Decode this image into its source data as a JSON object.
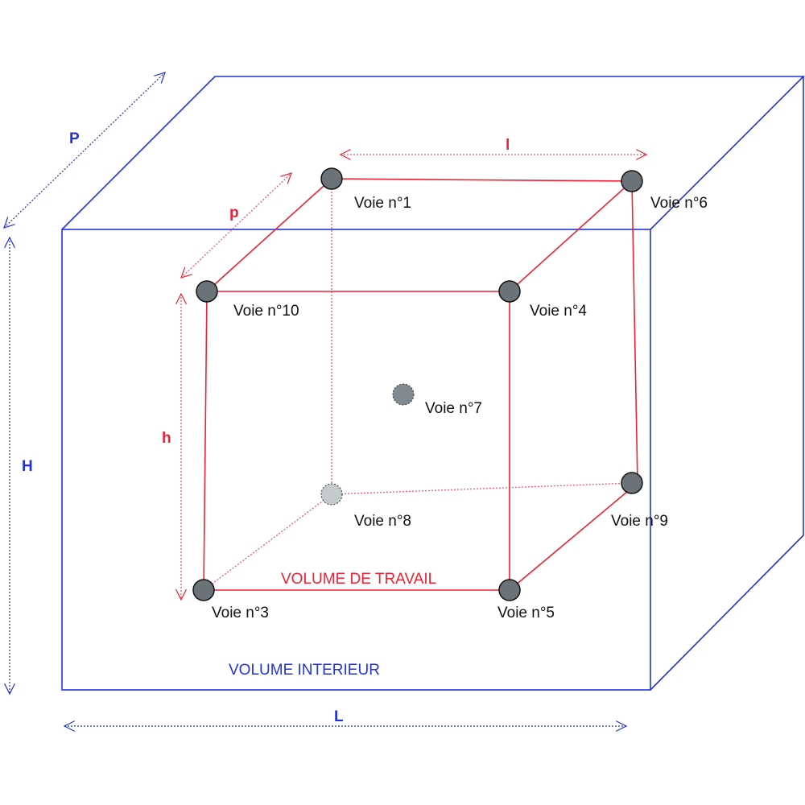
{
  "dimensions": {
    "P": "P",
    "H": "H",
    "L": "L",
    "l": "l",
    "p": "p",
    "h": "h"
  },
  "titles": {
    "inner": "VOLUME INTERIEUR",
    "work": "VOLUME DE TRAVAIL"
  },
  "voies": [
    "Voie n°1",
    "Voie n°3",
    "Voie n°4",
    "Voie n°5",
    "Voie n°6",
    "Voie n°7",
    "Voie n°8",
    "Voie n°9",
    "Voie n°10"
  ],
  "colors": {
    "outer": "#2233dd",
    "work": "#ee2233",
    "point": "#6b7378",
    "point_hidden": "#c4c9cc"
  }
}
